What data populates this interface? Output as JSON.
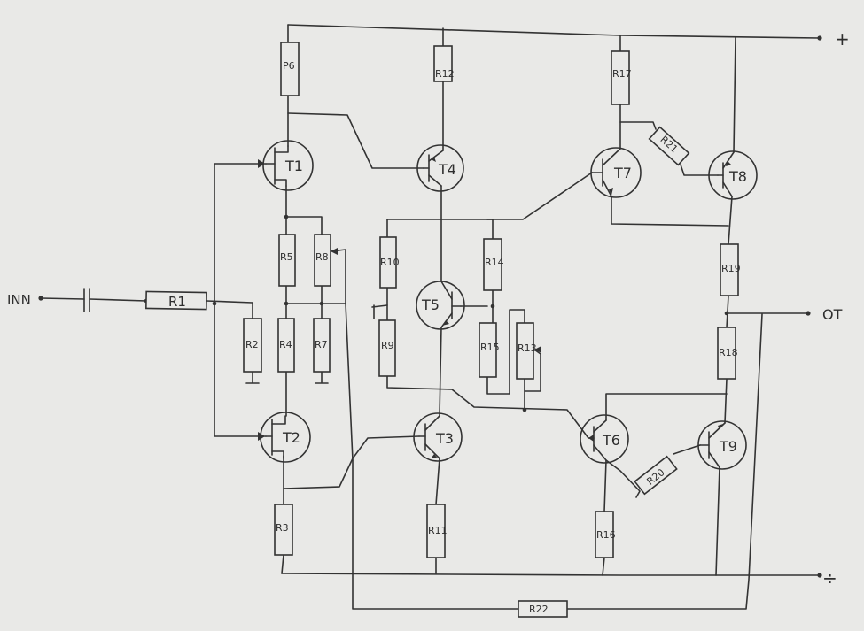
{
  "supply": {
    "plus": "+",
    "ground": "÷"
  },
  "io": {
    "input": "INN",
    "output": "OT"
  },
  "transistors": {
    "t1": "T1",
    "t2": "T2",
    "t3": "T3",
    "t4": "T4",
    "t5": "T5",
    "t6": "T6",
    "t7": "T7",
    "t8": "T8",
    "t9": "T9"
  },
  "resistors": {
    "r1": "R1",
    "r2": "R2",
    "r3": "R3",
    "r4": "R4",
    "r5": "R5",
    "p6": "P6",
    "r7": "R7",
    "r8": "R8",
    "r9": "R9",
    "r10": "R10",
    "r11": "R11",
    "r12": "R12",
    "r13": "R13",
    "r14": "R14",
    "r15": "R15",
    "r16": "R16",
    "r17": "R17",
    "r18": "R18",
    "r19": "R19",
    "r20": "R20",
    "r21": "R21",
    "r22": "R22"
  },
  "colors": {
    "paper": "#e9e9e7",
    "ink": "#333333"
  }
}
